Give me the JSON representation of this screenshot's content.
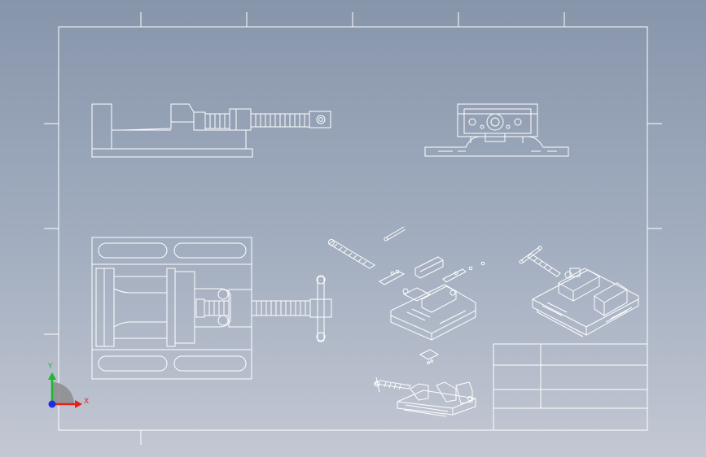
{
  "viewport": {
    "background_top": "#8795ab",
    "background_bottom": "#c3c8d3",
    "line_color": "#ffffff"
  },
  "triad": {
    "x_label": "X",
    "y_label": "Y",
    "x_color": "#e8201c",
    "y_color": "#1fb82a",
    "z_color": "#1c2de8"
  },
  "title_block": {
    "rows": 4
  },
  "views": [
    "side-view",
    "end-view",
    "top-view",
    "exploded-view",
    "iso-view",
    "iso-view-small"
  ]
}
